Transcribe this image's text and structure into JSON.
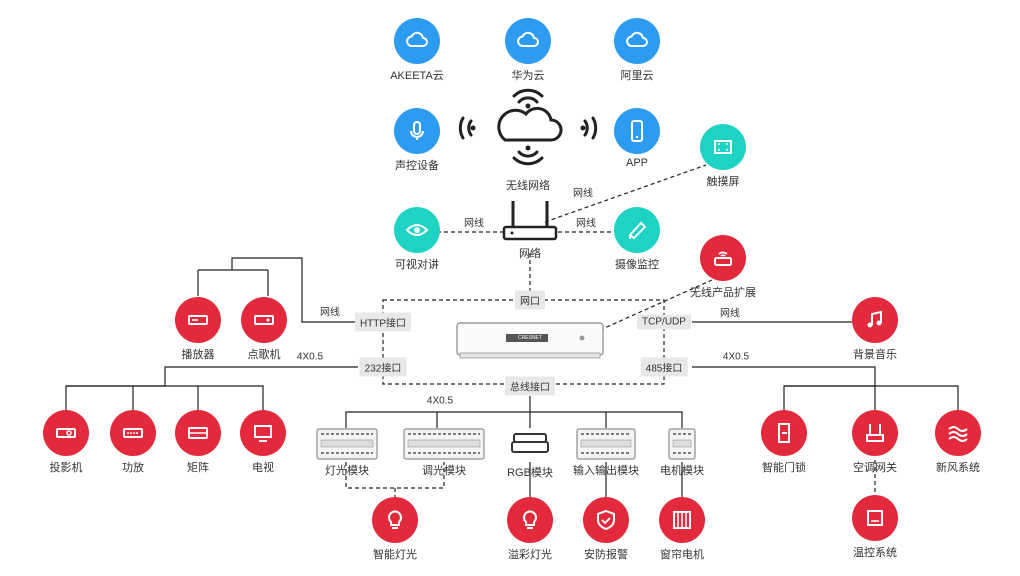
{
  "cloud": {
    "akeeta": "AKEETA云",
    "huawei": "华为云",
    "aliyun": "阿里云",
    "voice": "声控设备",
    "app": "APP",
    "wireless": "无线网络"
  },
  "network": {
    "touchscreen": "触摸屏",
    "intercom": "可视对讲",
    "router": "网络",
    "camera": "摄像监控",
    "wireless_ext": "无线产品扩展",
    "wire_touch": "网线",
    "wire_intercom": "网线",
    "wire_camera": "网线"
  },
  "host": {
    "port_net": "网口",
    "port_http": "HTTP接口",
    "port_232": "232接口",
    "port_tcp": "TCP/UDP",
    "port_485": "485接口",
    "port_bus": "总线接口",
    "device_text": "CRESNET"
  },
  "left": {
    "player": "播放器",
    "karaoke": "点歌机",
    "wire_http": "网线",
    "wire_232": "4X0.5",
    "projector": "投影机",
    "amplifier": "功放",
    "matrix": "矩阵",
    "tv": "电视"
  },
  "right": {
    "music": "背景音乐",
    "wire_tcp": "网线",
    "wire_485": "4X0.5",
    "lock": "智能门锁",
    "ac": "空调网关",
    "fresh_air": "新风系统",
    "thermostat": "温控系统"
  },
  "bus": {
    "wire_bus": "4X0.5",
    "light_module": "灯光模块",
    "dimmer_module": "调光模块",
    "rgb_module": "RGB模块",
    "io_module": "输入输出模块",
    "motor_module": "电机模块",
    "smart_light": "智能灯光",
    "color_light": "溢彩灯光",
    "security": "安防报警",
    "curtain": "窗帘电机"
  },
  "colors": {
    "blue": "#2d9bf0",
    "teal": "#1ed3c3",
    "red": "#e32a3c"
  }
}
